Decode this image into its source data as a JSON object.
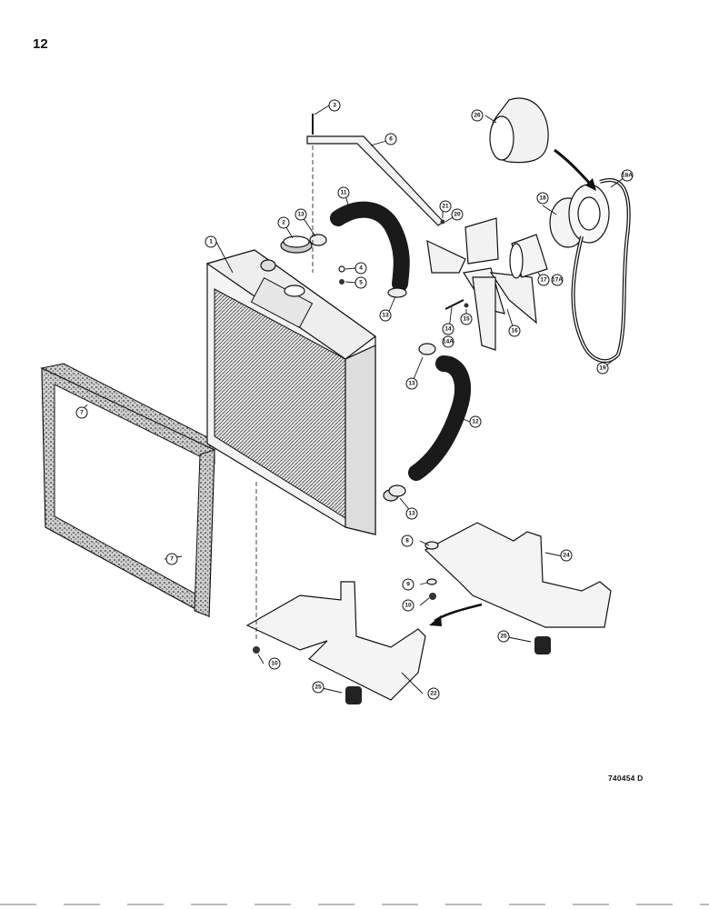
{
  "page": {
    "number": "12",
    "figure_id": "740454 D"
  },
  "callouts": {
    "c1": "1",
    "c2": "2",
    "c3": "3",
    "c4": "4",
    "c5": "5",
    "c6": "6",
    "c7a": "7",
    "c7b": "7",
    "c8": "8",
    "c9": "9",
    "c10a": "10",
    "c10b": "10",
    "c11": "11",
    "c12": "12",
    "c13a": "13",
    "c13b": "13",
    "c13c": "13",
    "c13d": "13",
    "c14": "14",
    "c14a": "14A",
    "c15": "15",
    "c16": "16",
    "c17": "17",
    "c17a": "17A",
    "c18": "18",
    "c18a": "18A",
    "c19": "19",
    "c20": "20",
    "c21": "21",
    "c22": "22",
    "c24": "24",
    "c25a": "25",
    "c25b": "25",
    "c26": "26"
  },
  "colors": {
    "ink": "#111111",
    "hose": "#1a1a1a",
    "core": "#555555",
    "seal": "#777777",
    "paper": "#ffffff"
  },
  "icons": [
    "radiator",
    "radiator-cap",
    "fan-blade",
    "pulley",
    "v-belt",
    "hose",
    "seal-frame",
    "support-bracket",
    "rubber-mount"
  ]
}
